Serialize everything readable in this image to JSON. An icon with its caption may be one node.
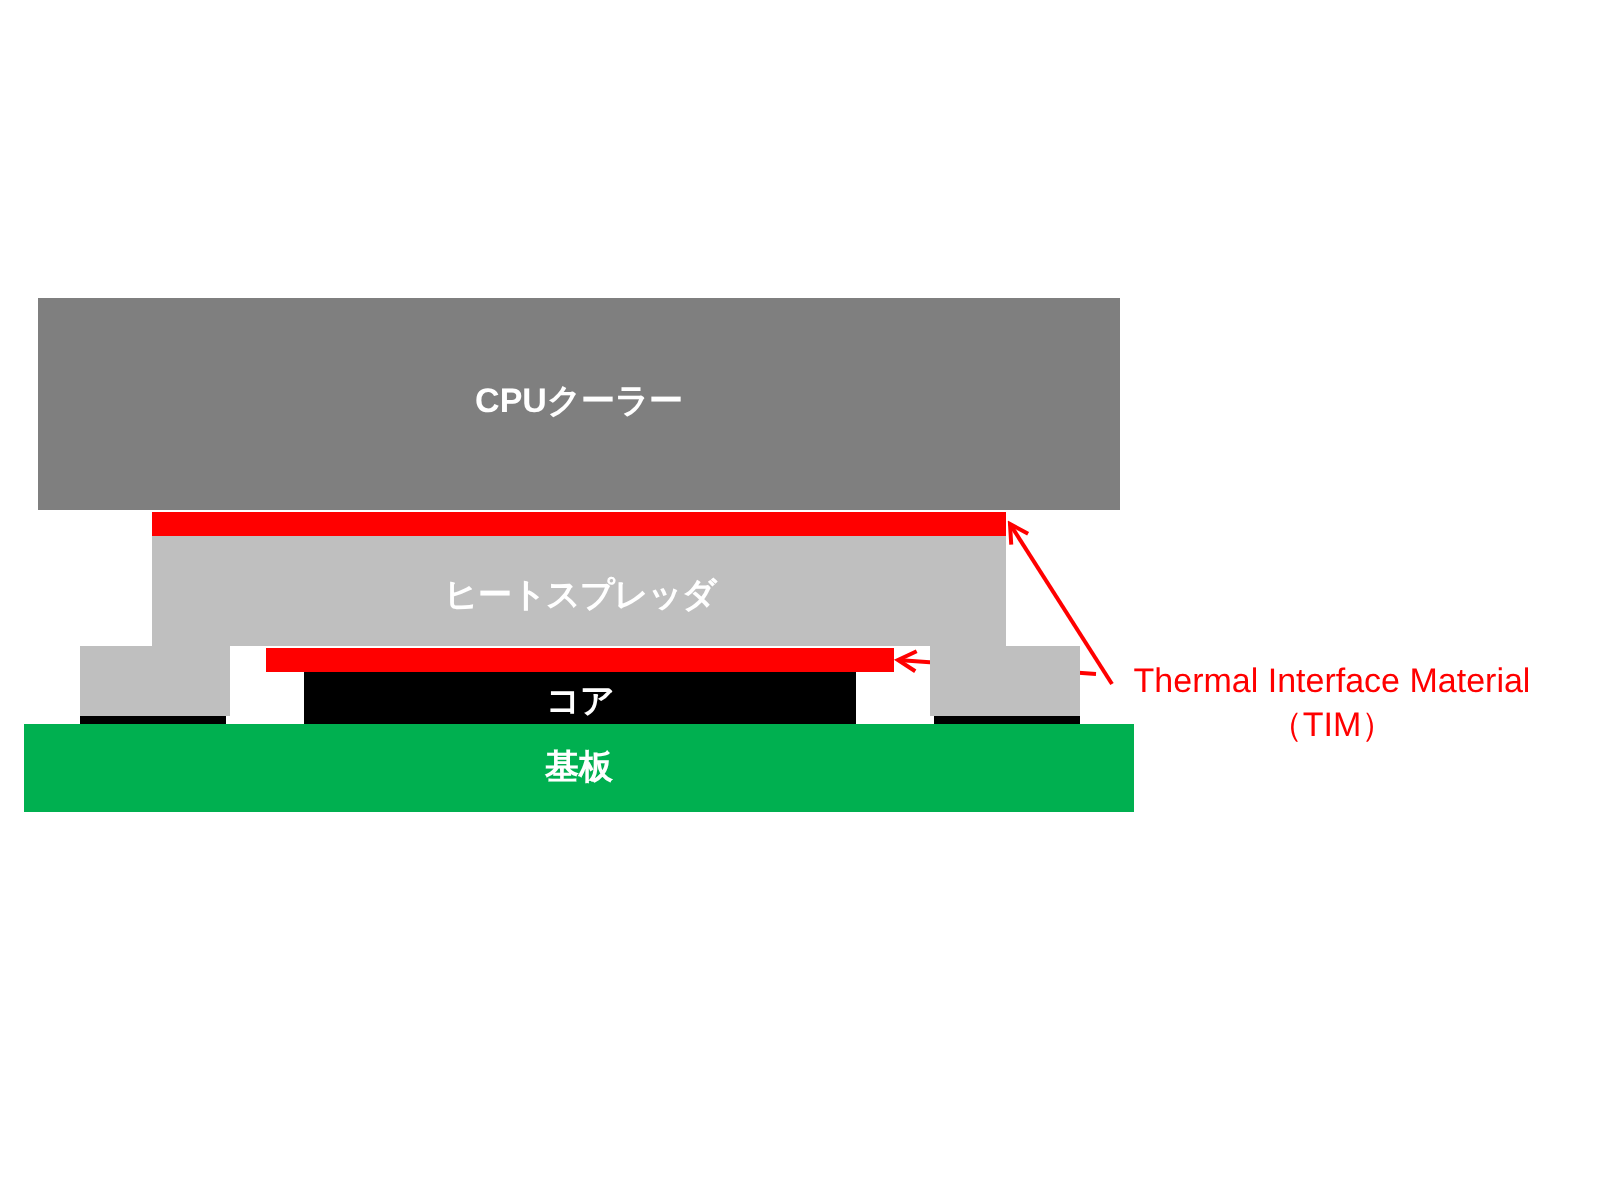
{
  "diagram": {
    "nodes": [
      {
        "text": [
          "CPUクーラー"
        ]
      },
      {
        "text": [
          "ヒートスプレッダ"
        ]
      },
      {
        "text": [
          "コア"
        ]
      },
      {
        "text": [
          "基板"
        ]
      },
      {
        "text": [
          "Thermal Interface Material （TIM）"
        ]
      },
      {
        "text": [],
        "shape": "bar"
      },
      {
        "text": [],
        "shape": "bar"
      }
    ],
    "edges": [
      {
        "from": 4,
        "to": 5,
        "arrow": "to"
      },
      {
        "from": 4,
        "to": 6,
        "arrow": "to"
      }
    ]
  }
}
